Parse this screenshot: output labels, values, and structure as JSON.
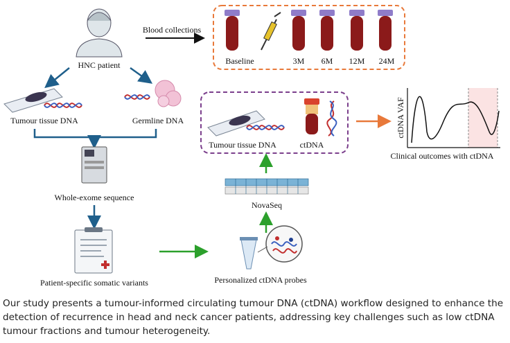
{
  "labels": {
    "patient": "HNC patient",
    "blood_collections": "Blood collections",
    "tumour_tissue": "Tumour tissue DNA",
    "germline": "Germline DNA",
    "wes": "Whole-exome sequence",
    "variants": "Patient-specific somatic variants",
    "probes": "Personalized ctDNA probes",
    "novaseq": "NovaSeq",
    "tumour_tissue_2": "Tumour tissue DNA",
    "ctdna": "ctDNA",
    "outcomes": "Clinical outcomes with ctDNA",
    "vaf_axis": "ctDNA VAF"
  },
  "timepoints": [
    "Baseline",
    "3M",
    "6M",
    "12M",
    "24M"
  ],
  "colors": {
    "arrow_blue": "#1f5f8b",
    "arrow_green": "#2ca02c",
    "arrow_orange": "#e8793a",
    "dash_orange": "#e8793a",
    "dash_purple": "#7b3f8c",
    "blood": "#8b1a1a",
    "cap": "#8f7cc9"
  },
  "caption": "Our study presents a tumour-informed circulating tumour DNA (ctDNA) workflow designed to enhance the detection of recurrence in head and neck cancer patients, addressing key challenges such as low ctDNA tumour fractions and tumour heterogeneity."
}
